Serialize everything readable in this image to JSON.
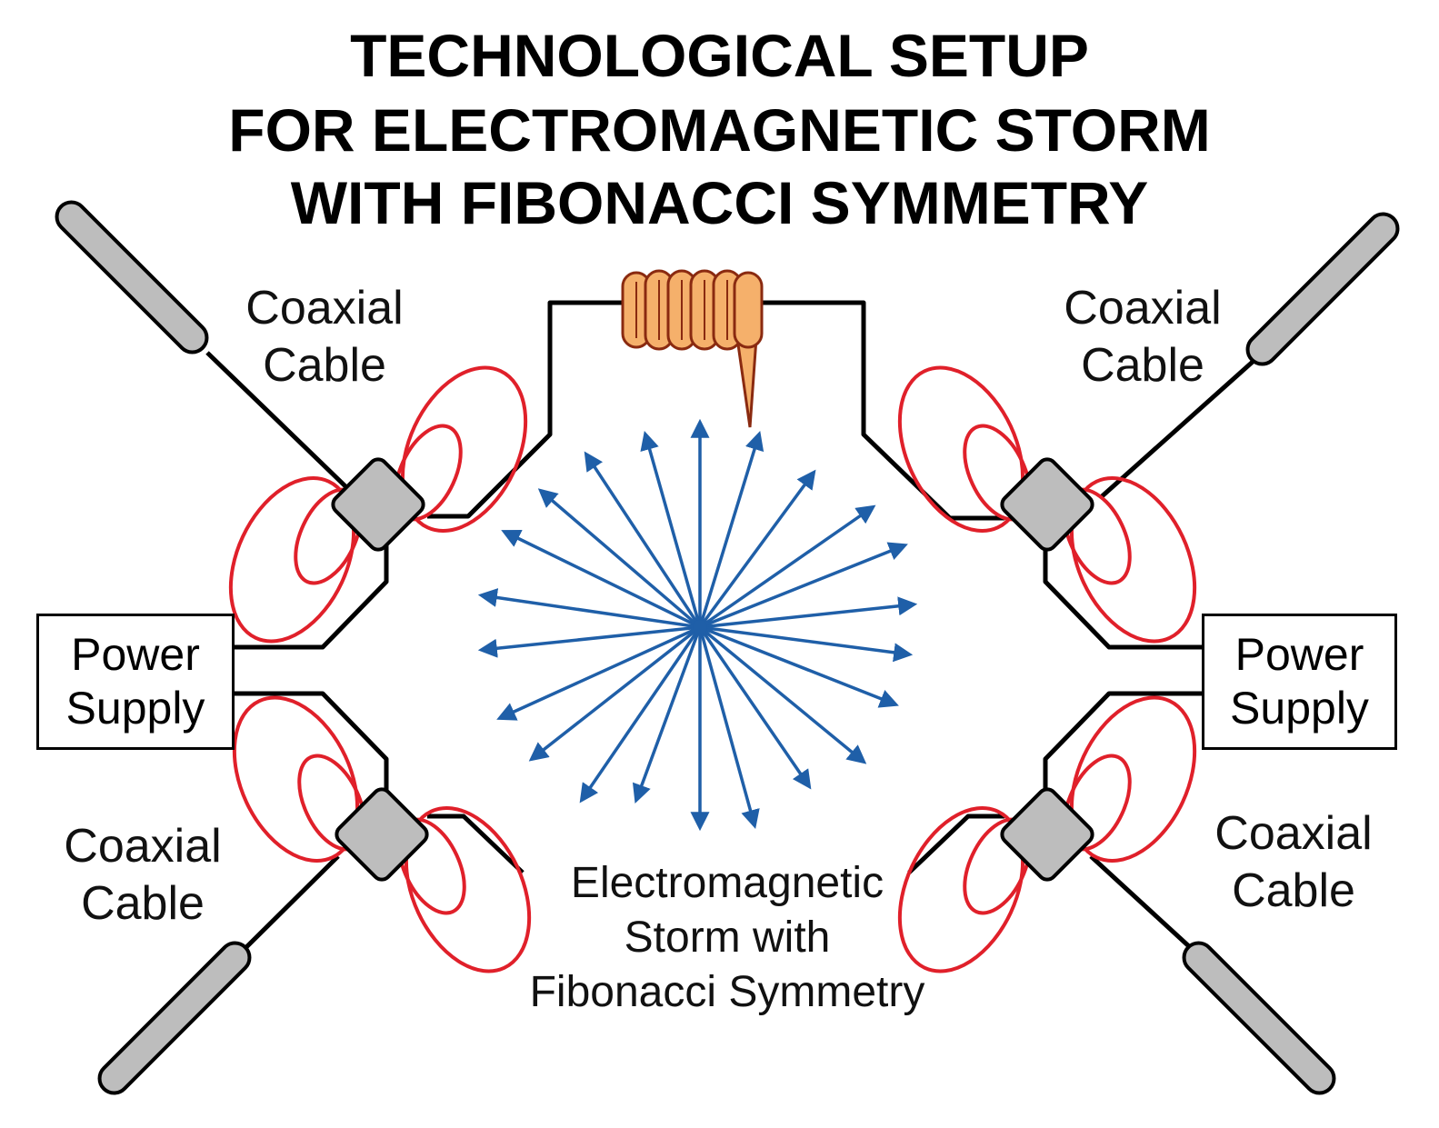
{
  "title": {
    "line1": "TECHNOLOGICAL SETUP",
    "line2": "FOR ELECTROMAGNETIC STORM",
    "line3": "WITH FIBONACCI SYMMETRY"
  },
  "labels": {
    "coax_top_left": {
      "line1": "Coaxial",
      "line2": "Cable"
    },
    "coax_top_right": {
      "line1": "Coaxial",
      "line2": "Cable"
    },
    "coax_bottom_left": {
      "line1": "Coaxial",
      "line2": "Cable"
    },
    "coax_bottom_right": {
      "line1": "Coaxial",
      "line2": "Cable"
    },
    "power_left": {
      "line1": "Power",
      "line2": "Supply"
    },
    "power_right": {
      "line1": "Power",
      "line2": "Supply"
    },
    "storm": {
      "line1": "Electromagnetic",
      "line2": "Storm with",
      "line3": "Fibonacci Symmetry"
    }
  },
  "colors": {
    "arrows": "#1f5fa8",
    "field_loops": "#e0202a",
    "coil_fill": "#f5b06b",
    "coil_outline": "#8a2a10",
    "connector_fill": "#bdbdbd",
    "wire": "#000000"
  },
  "icons": [
    "coil-icon",
    "probe-icon",
    "connector-icon",
    "arrow-burst-icon",
    "field-loop-icon"
  ]
}
